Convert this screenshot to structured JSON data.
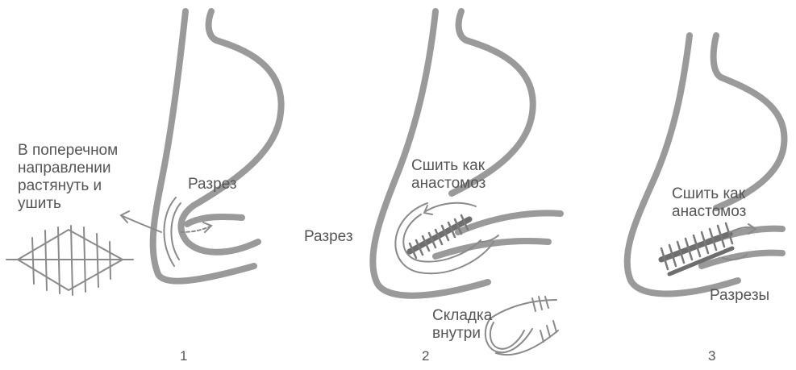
{
  "panels": [
    {
      "number": "1",
      "labels": {
        "instruction": [
          "В поперечном",
          "направлении",
          "растянуть и",
          "ушить"
        ],
        "incision": "Разрез"
      }
    },
    {
      "number": "2",
      "labels": {
        "anastomosis": [
          "Сшить как",
          "анастомоз"
        ],
        "incision": "Разрез",
        "fold": [
          "Складка",
          "внутри"
        ]
      }
    },
    {
      "number": "3",
      "labels": {
        "anastomosis": [
          "Сшить как",
          "анастомоз"
        ],
        "incisions": "Разрезы"
      }
    }
  ]
}
